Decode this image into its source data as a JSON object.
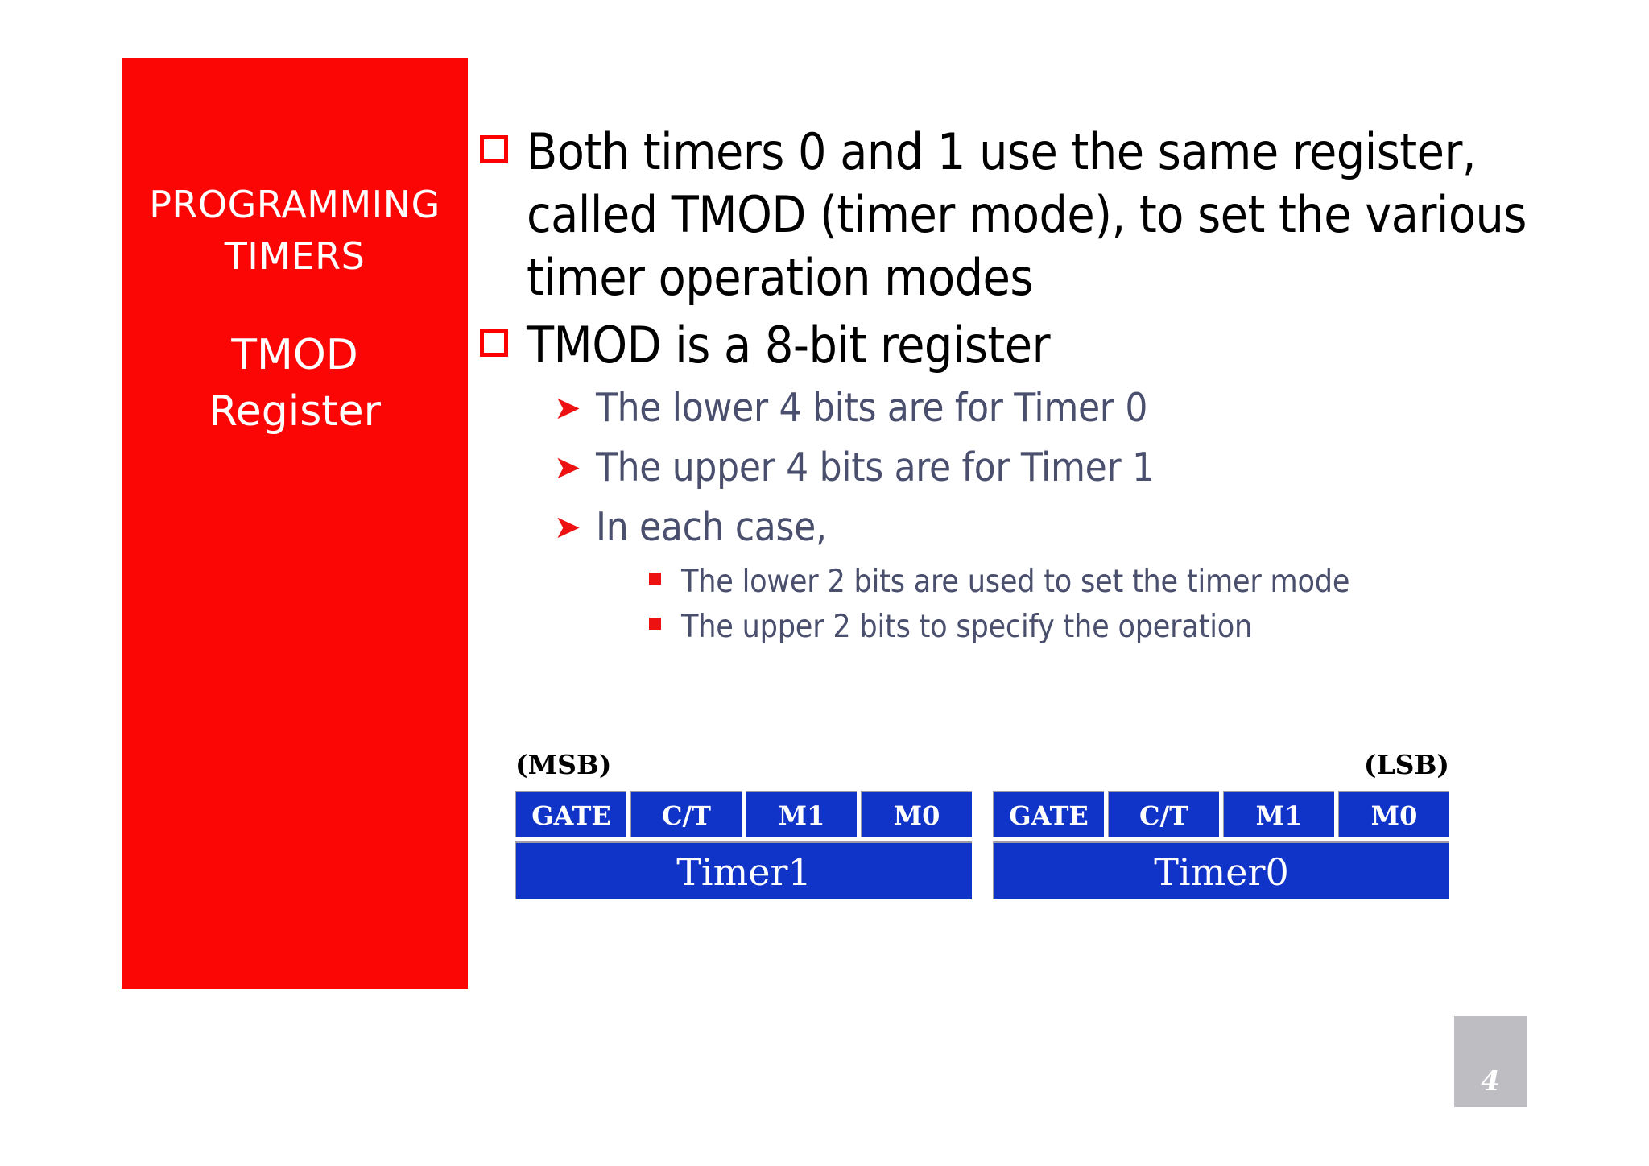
{
  "slide": {
    "page_number": "4",
    "accent_red": "#fb0505",
    "accent_blue": "#1034c8",
    "subtext_color": "#4a4f6e",
    "badge_gray": "#bdbdc2"
  },
  "title_panel": {
    "line1": "PROGRAMMING",
    "line2": "TIMERS",
    "sub1": "TMOD",
    "sub2": "Register"
  },
  "content": {
    "bullet1": "Both timers 0 and 1 use the same register, called TMOD (timer mode), to set the various timer operation modes",
    "bullet2": "TMOD is a 8-bit register",
    "sub_bullets": [
      "The lower 4 bits are for Timer 0",
      "The upper 4 bits are for Timer 1",
      "In each case,"
    ],
    "sub_sub_bullets": [
      "The lower 2 bits are used to set the timer mode",
      "The upper 2 bits to specify the operation"
    ]
  },
  "register_diagram": {
    "msb_label": "(MSB)",
    "lsb_label": "(LSB)",
    "groups": [
      {
        "name": "Timer1",
        "bits": [
          "GATE",
          "C/T",
          "M1",
          "M0"
        ]
      },
      {
        "name": "Timer0",
        "bits": [
          "GATE",
          "C/T",
          "M1",
          "M0"
        ]
      }
    ]
  }
}
